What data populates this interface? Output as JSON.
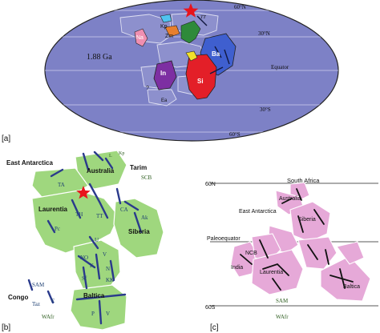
{
  "panel_a": {
    "panel_label": "[a]",
    "age_label": "1.88 Ga",
    "latitudes": {
      "n60": "60°N",
      "n30": "30°N",
      "equator": "Equator",
      "s30": "30°S",
      "s60": "60°S"
    },
    "blocks": {
      "kp": "Kp",
      "zm": "Zm",
      "na": "Na",
      "tt": "TT",
      "si": "Si",
      "ba": "Ba",
      "in": "In",
      "ea": "Ea",
      "sq": "?"
    }
  },
  "panel_b": {
    "panel_label": "[b]",
    "labels": {
      "east_antarctica": "East Antarctica",
      "australia": "Australia",
      "tarim": "Tarim",
      "scb": "SCB",
      "kp": "Kp",
      "l": "L",
      "ta": "TA",
      "laurentia": "Laurentia",
      "th": "TH",
      "tt": "TT",
      "ca": "CA",
      "ak": "Ak",
      "siberia": "Siberia",
      "pc": "Pc",
      "u": "U",
      "v_mid": "V",
      "no": "NO",
      "k": "K",
      "n": "N",
      "sf": "Sf",
      "kk": "KK",
      "baltica": "Baltica",
      "p": "P",
      "v_bottom": "V",
      "sam": "SAM",
      "congo": "Congo",
      "taz": "Taz",
      "e": "E",
      "wafr": "WAfr"
    }
  },
  "panel_c": {
    "panel_label": "[c]",
    "lines": {
      "n60": "60N",
      "paleoequator": "Paleoequator",
      "s60": "60S"
    },
    "labels": {
      "south_africa": "South Africa",
      "australia": "Australia",
      "east_antarctica": "East Antarctica",
      "siberia": "Siberia",
      "ncb": "NCB",
      "india": "India",
      "laurentia": "Laurentia",
      "baltica": "Baltica",
      "sam": "SAM",
      "wafr": "WAfr"
    }
  },
  "colors": {
    "globe": "#7d81c6",
    "green": "#9fd77e",
    "pink": "#e6a9d8",
    "line": "#2a3a8c",
    "star": "#e8141c"
  }
}
